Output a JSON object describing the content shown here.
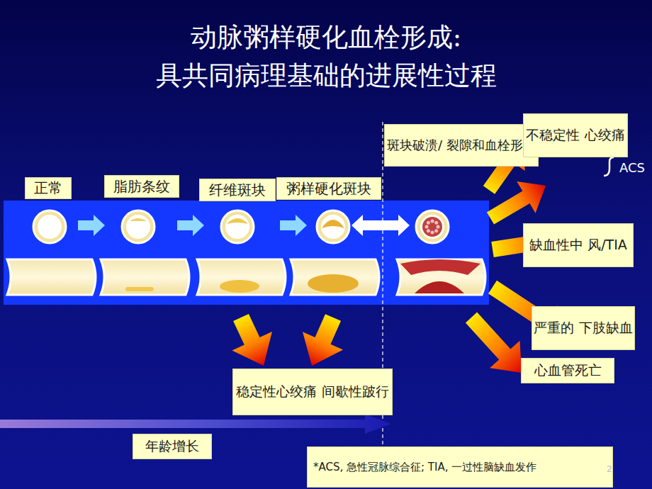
{
  "diagram": {
    "title": "动脉粥样硬化血栓形成: 具共同病理基础的进展性过程",
    "nodes": [
      {
        "text": [
          "正常"
        ]
      },
      {
        "text": [
          "脂肪条纹"
        ]
      },
      {
        "text": [
          "纤维斑块"
        ]
      },
      {
        "text": [
          "粥样硬化斑块"
        ]
      },
      {
        "text": [
          "斑块破溃/ 裂隙和血栓形成"
        ]
      },
      {
        "text": [
          "不稳定性 心绞痛"
        ]
      },
      {
        "text": [
          "缺血性中 风/TIA"
        ]
      },
      {
        "text": [
          "严重的 下肢缺血"
        ]
      },
      {
        "text": [
          "心血管死亡"
        ]
      },
      {
        "text": [
          "稳定性心绞痛 间歇性跛行"
        ]
      },
      {
        "text": [
          "年龄增长"
        ]
      },
      {
        "text": [
          "*ACS, 急性冠脉综合征; TIA, 一过性脑缺血发作"
        ]
      }
    ],
    "labels": [
      "ACS",
      "2"
    ]
  }
}
